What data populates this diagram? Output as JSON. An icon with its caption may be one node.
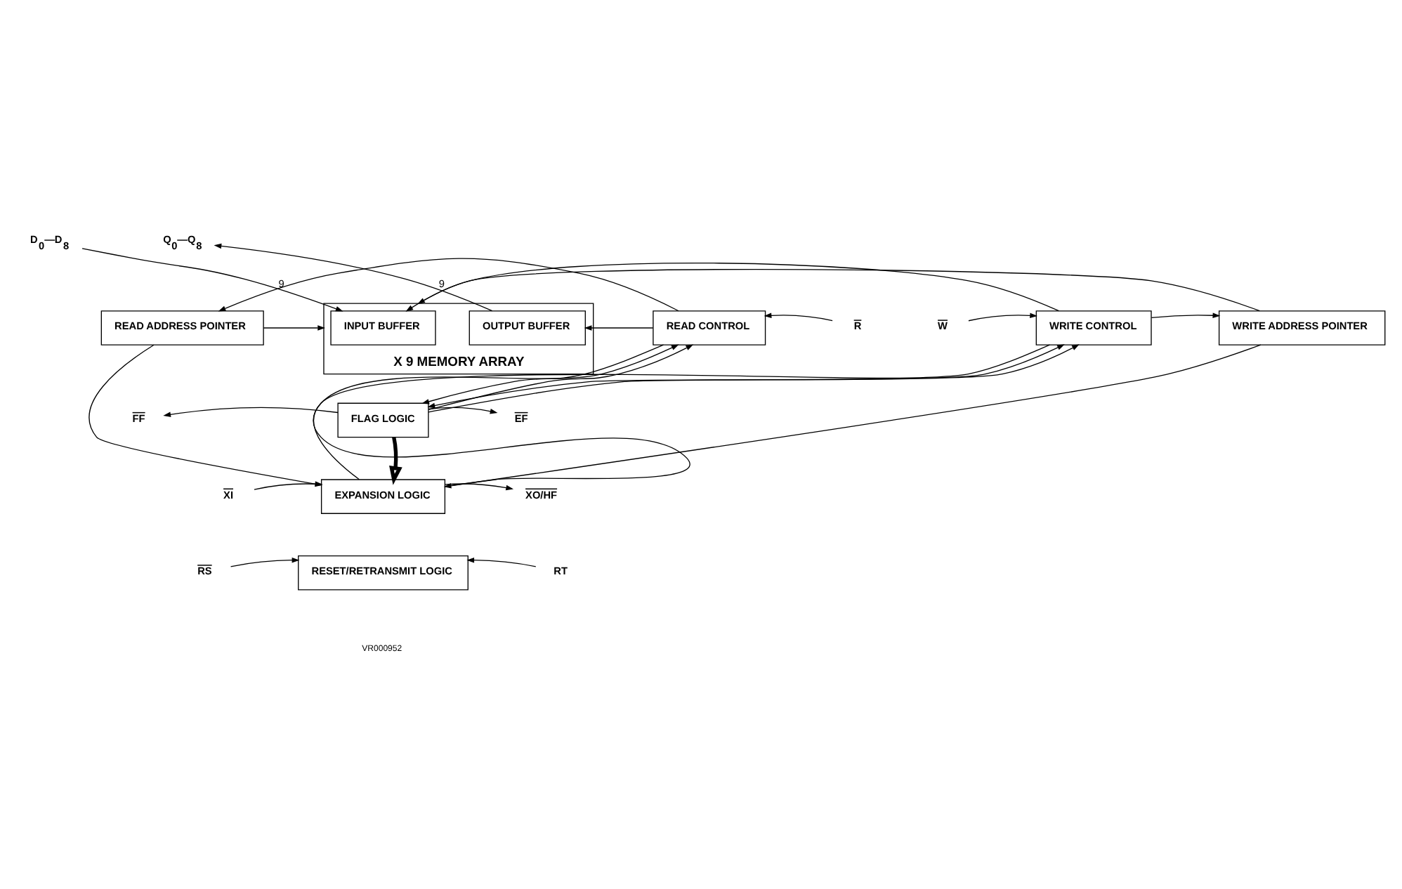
{
  "diagram": {
    "nodes": [
      {
        "text": [
          "D$_{0}$—D$_{8}$"
        ]
      },
      {
        "text": [
          "Q$_{0}$—Q$_{8}$"
        ]
      },
      {
        "text": [
          "X 9 MEMORY ARRAY"
        ]
      },
      {
        "text": [
          "INPUT BUFFER"
        ],
        "in": 2
      },
      {
        "text": [
          "OUTPUT BUFFER"
        ],
        "in": 2
      },
      {
        "text": [
          "W"
        ]
      },
      {
        "text": [
          "WRITE CONTROL"
        ]
      },
      {
        "text": [
          "WRITE ADDRESS POINTER"
        ]
      },
      {
        "text": [
          "READ ADDRESS POINTER"
        ]
      },
      {
        "text": [
          "READ CONTROL"
        ]
      },
      {
        "text": [
          "R"
        ]
      },
      {
        "text": [
          "FF"
        ]
      },
      {
        "text": [
          "FLAG LOGIC"
        ]
      },
      {
        "text": [
          "EF"
        ]
      },
      {
        "text": [
          "XI"
        ]
      },
      {
        "text": [
          "EXPANSION LOGIC"
        ]
      },
      {
        "text": [
          "XO/HF"
        ]
      },
      {
        "text": [
          "RS"
        ]
      },
      {
        "text": [
          "RESET/RETRANSMIT LOGIC"
        ]
      },
      {
        "text": [
          "RT"
        ]
      }
    ],
    "edges": [
      {
        "from": 0,
        "to": 3,
        "arrow": "to",
        "label": "9"
      },
      {
        "from": 4,
        "to": 1,
        "arrow": "to",
        "label": "9"
      },
      {
        "from": 5,
        "to": 6,
        "arrow": "to"
      },
      {
        "from": 6,
        "to": 7,
        "arrow": "to"
      },
      {
        "from": 7,
        "to": 2,
        "arrow": "to"
      },
      {
        "from": 8,
        "to": 2,
        "arrow": "to"
      },
      {
        "from": 9,
        "to": 8,
        "arrow": "to"
      },
      {
        "from": 10,
        "to": 9,
        "arrow": "to"
      },
      {
        "from": 6,
        "to": 3,
        "arrow": "to"
      },
      {
        "from": 6,
        "to": 12,
        "arrow": "to"
      },
      {
        "from": 9,
        "to": 4,
        "arrow": "to"
      },
      {
        "from": 9,
        "to": 12,
        "arrow": "to"
      },
      {
        "from": 12,
        "to": 11,
        "arrow": "to"
      },
      {
        "from": 12,
        "to": 6,
        "arrow": "to"
      },
      {
        "from": 12,
        "to": 13,
        "arrow": "to"
      },
      {
        "from": 12,
        "to": 9,
        "arrow": "to"
      },
      {
        "from": 7,
        "to": 15,
        "arrow": "to"
      },
      {
        "from": 8,
        "to": 15,
        "arrow": "to"
      },
      {
        "from": 12,
        "to": 15,
        "arrow": "to",
        "style": "thick"
      },
      {
        "from": 15,
        "to": 6,
        "arrow": "to"
      },
      {
        "from": 15,
        "to": 9,
        "arrow": "to"
      },
      {
        "from": 14,
        "to": 15,
        "arrow": "to"
      },
      {
        "from": 15,
        "to": 16,
        "arrow": "to"
      },
      {
        "from": 17,
        "to": 18,
        "arrow": "to"
      },
      {
        "from": 19,
        "to": 18,
        "arrow": "to"
      }
    ],
    "labels": [
      "VR000952"
    ]
  }
}
